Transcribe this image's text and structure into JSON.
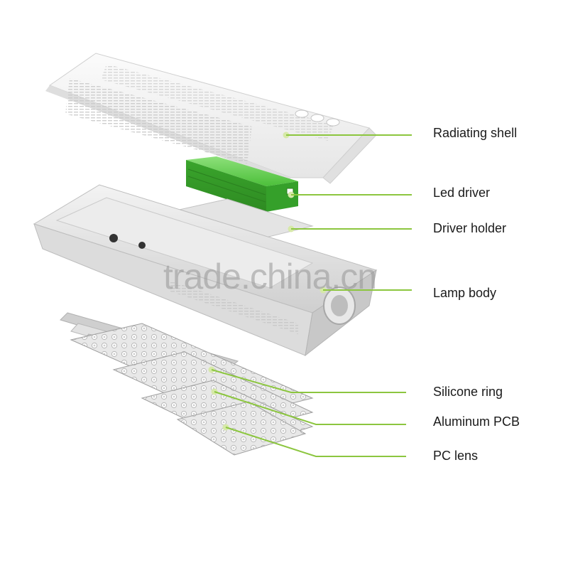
{
  "labels": {
    "radiating_shell": "Radiating shell",
    "led_driver": "Led driver",
    "driver_holder": "Driver holder",
    "lamp_body": "Lamp body",
    "silicone_ring": "Silicone ring",
    "aluminum_pcb": "Aluminum PCB",
    "pc_lens": "PC lens"
  },
  "watermark": "trade.china.cn",
  "colors": {
    "leader_line": "#8cc63f",
    "driver_green": "#4cbf3a",
    "metal_light": "#eeeeee",
    "metal_mid": "#d6d6d6",
    "metal_dark": "#b4b4b4"
  }
}
